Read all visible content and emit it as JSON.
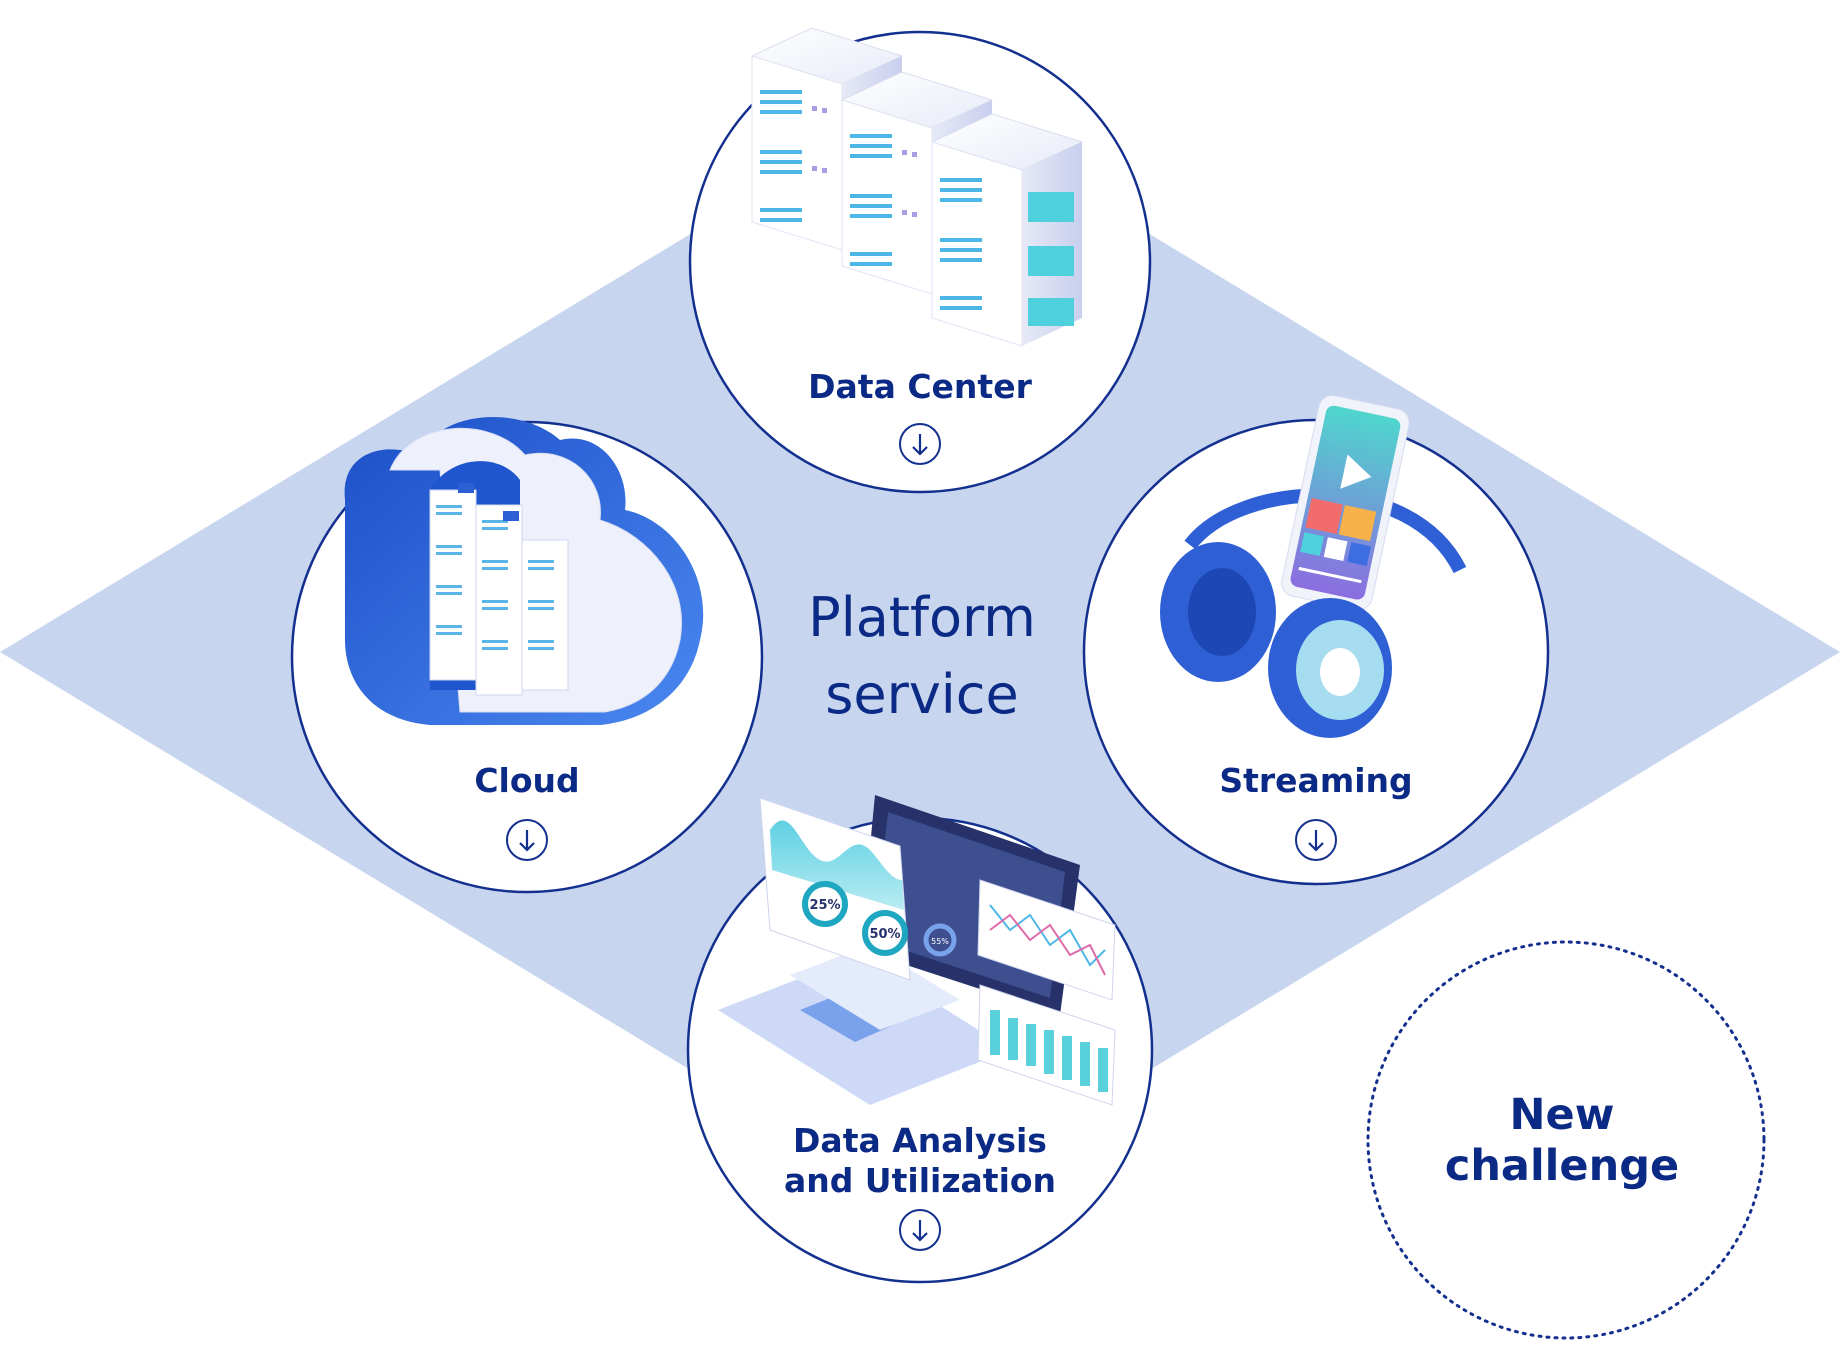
{
  "center": {
    "line1": "Platform",
    "line2": "service"
  },
  "nodes": {
    "data_center": {
      "label": "Data Center",
      "icon": "arrow-down-circle-icon"
    },
    "cloud": {
      "label": "Cloud",
      "icon": "arrow-down-circle-icon"
    },
    "streaming": {
      "label": "Streaming",
      "icon": "arrow-down-circle-icon"
    },
    "data_analysis": {
      "line1": "Data Analysis",
      "line2": "and Utilization",
      "icon": "arrow-down-circle-icon"
    }
  },
  "new_challenge": {
    "line1": "New",
    "line2": "challenge"
  },
  "analytics_badges": {
    "a": "25%",
    "b": "50%",
    "c": "55%"
  },
  "colors": {
    "diamond": "#c7d5ef",
    "ink": "#0b2a86",
    "circle_stroke": "#13308f",
    "accent_blue": "#2e5fd4",
    "accent_teal": "#4fd0dd"
  }
}
